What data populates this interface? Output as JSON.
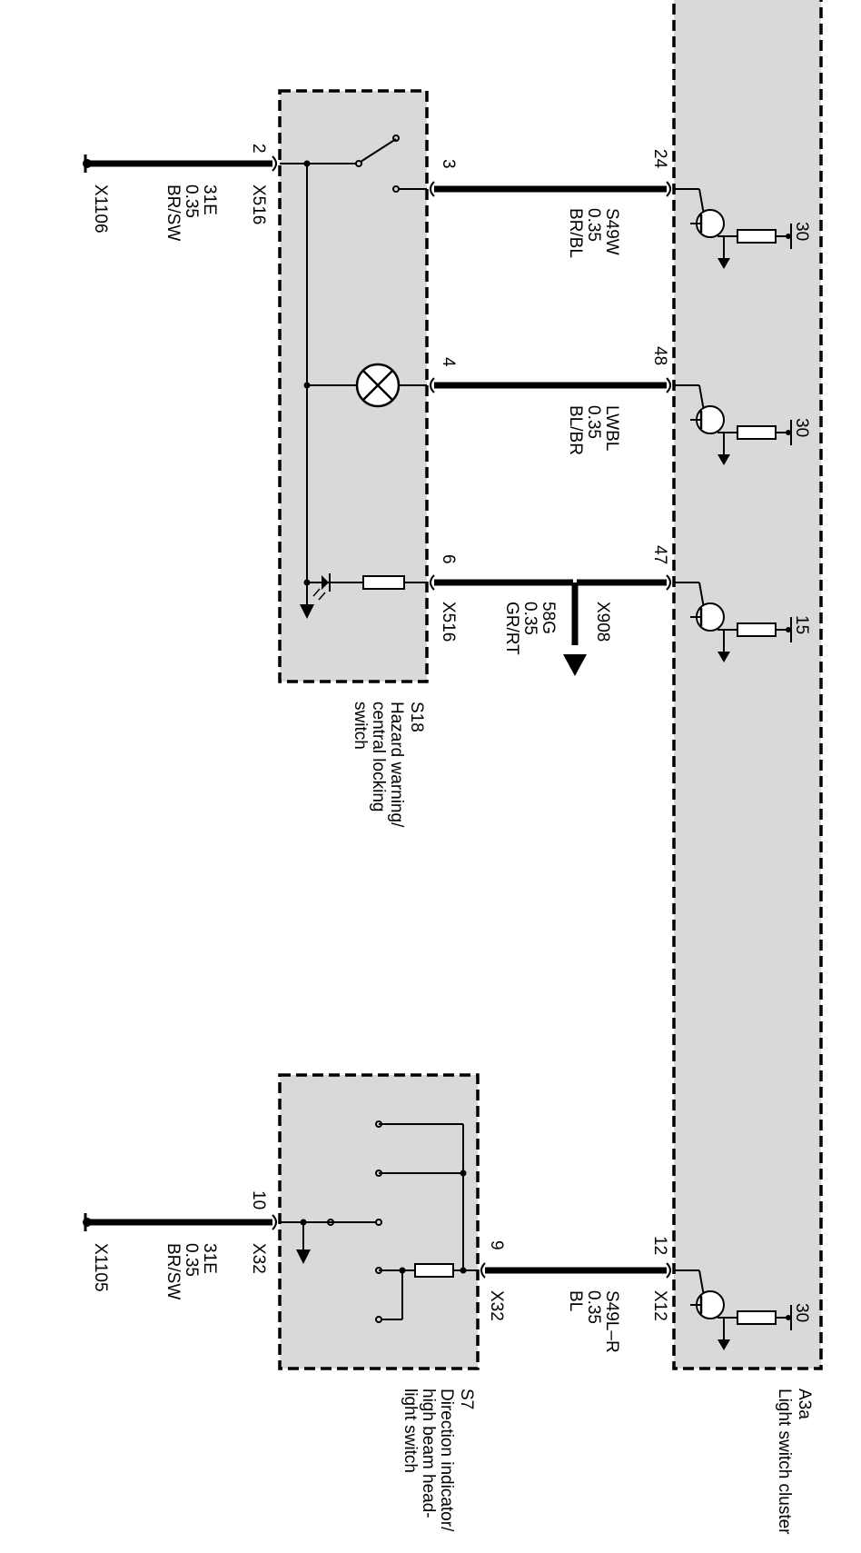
{
  "components": {
    "a3a": {
      "ref": "A3a",
      "name": "Light switch cluster"
    },
    "s18": {
      "ref": "S18",
      "name_lines": [
        "Hazard warning/",
        "central locking",
        "switch"
      ]
    },
    "s7": {
      "ref": "S7",
      "name_lines": [
        "Direction indicator/",
        "high beam head-",
        "light switch"
      ]
    }
  },
  "grounds": {
    "x1106": {
      "conn": "X1106",
      "lines": [
        "31E",
        "0.35",
        "BR/SW"
      ],
      "pin": "2",
      "plug": "X516"
    },
    "x1105": {
      "conn": "X1105",
      "lines": [
        "31E",
        "0.35",
        "BR/SW"
      ],
      "pin": "10",
      "plug": "X32"
    }
  },
  "circuits": [
    {
      "switch_pin": "3",
      "cluster_pin": "24",
      "lines": [
        "S49W",
        "0.35",
        "BR/BL"
      ],
      "terminal": "30"
    },
    {
      "switch_pin": "4",
      "cluster_pin": "48",
      "lines": [
        "LWBL",
        "0.35",
        "BL/BR"
      ],
      "terminal": "30"
    },
    {
      "switch_pin": "6",
      "cluster_pin": "47",
      "lines": [
        "58G",
        "0.35",
        "GR/RT"
      ],
      "terminal": "15",
      "plug": "X516",
      "branch": "X908"
    },
    {
      "switch_pin": "9",
      "cluster_pin": "12",
      "lines": [
        "S49L–R",
        "0.35",
        "BL"
      ],
      "terminal": "30",
      "plug": "X32",
      "cluster_plug": "X12"
    }
  ]
}
